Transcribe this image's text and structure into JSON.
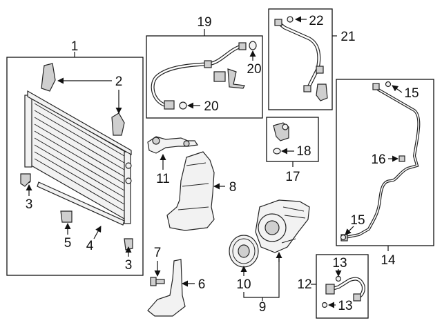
{
  "diagram": {
    "callouts": {
      "c1": "1",
      "c2": "2",
      "c3a": "3",
      "c3b": "3",
      "c4": "4",
      "c5": "5",
      "c6": "6",
      "c7": "7",
      "c8": "8",
      "c9": "9",
      "c10": "10",
      "c11": "11",
      "c12": "12",
      "c13a": "13",
      "c13b": "13",
      "c14": "14",
      "c15a": "15",
      "c15b": "15",
      "c16": "16",
      "c17": "17",
      "c18": "18",
      "c19": "19",
      "c20a": "20",
      "c20b": "20",
      "c21": "21",
      "c22": "22"
    }
  }
}
